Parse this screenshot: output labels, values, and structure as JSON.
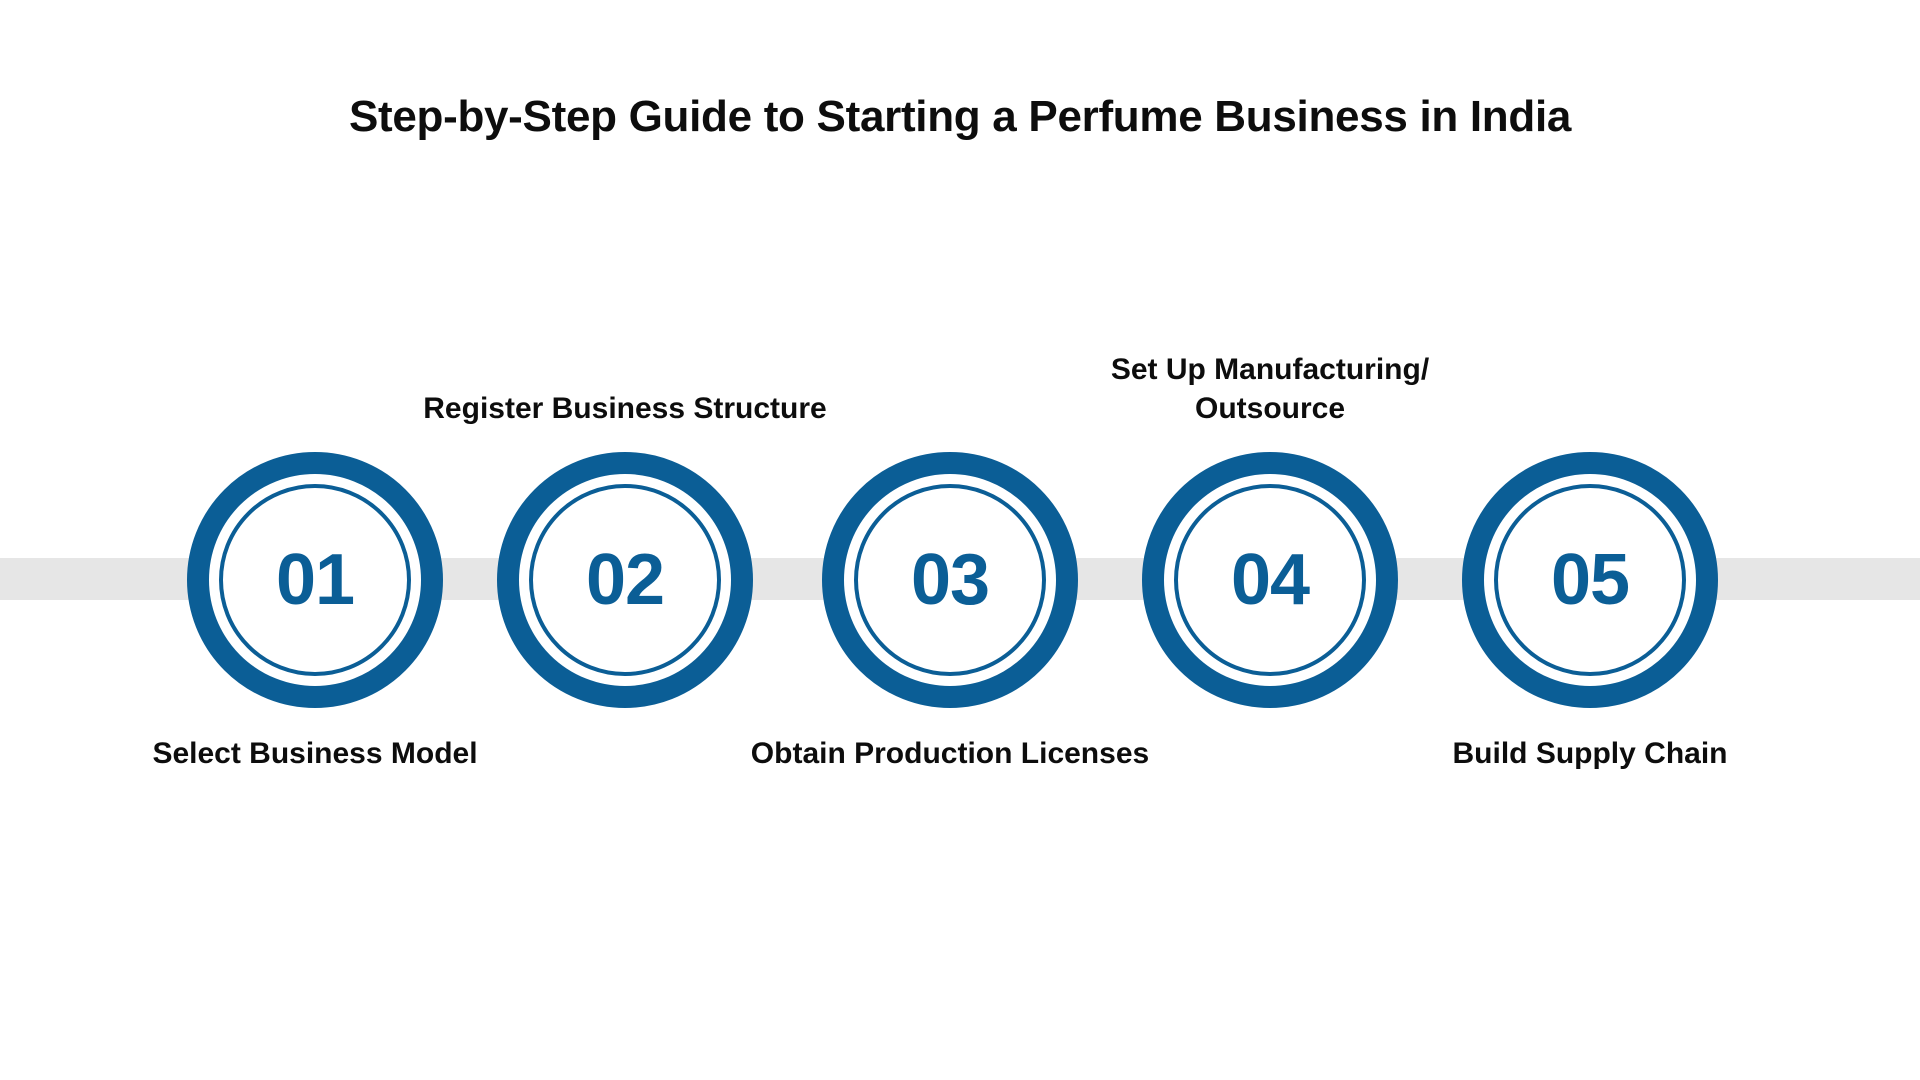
{
  "page": {
    "title": "Step-by-Step Guide to Starting a Perfume Business in India",
    "background_color": "#FFFFFF",
    "accent_color": "#0B5E96",
    "connector_color": "#E6E6E6",
    "text_color": "#0D0D0D"
  },
  "steps": [
    {
      "number": "01",
      "label": "Select Business Model",
      "label_position": "below"
    },
    {
      "number": "02",
      "label": "Register Business Structure",
      "label_position": "above"
    },
    {
      "number": "03",
      "label": "Obtain Production Licenses",
      "label_position": "below"
    },
    {
      "number": "04",
      "label": "Set Up Manufacturing/ Outsource",
      "label_position": "above"
    },
    {
      "number": "05",
      "label": "Build Supply Chain",
      "label_position": "below"
    }
  ]
}
